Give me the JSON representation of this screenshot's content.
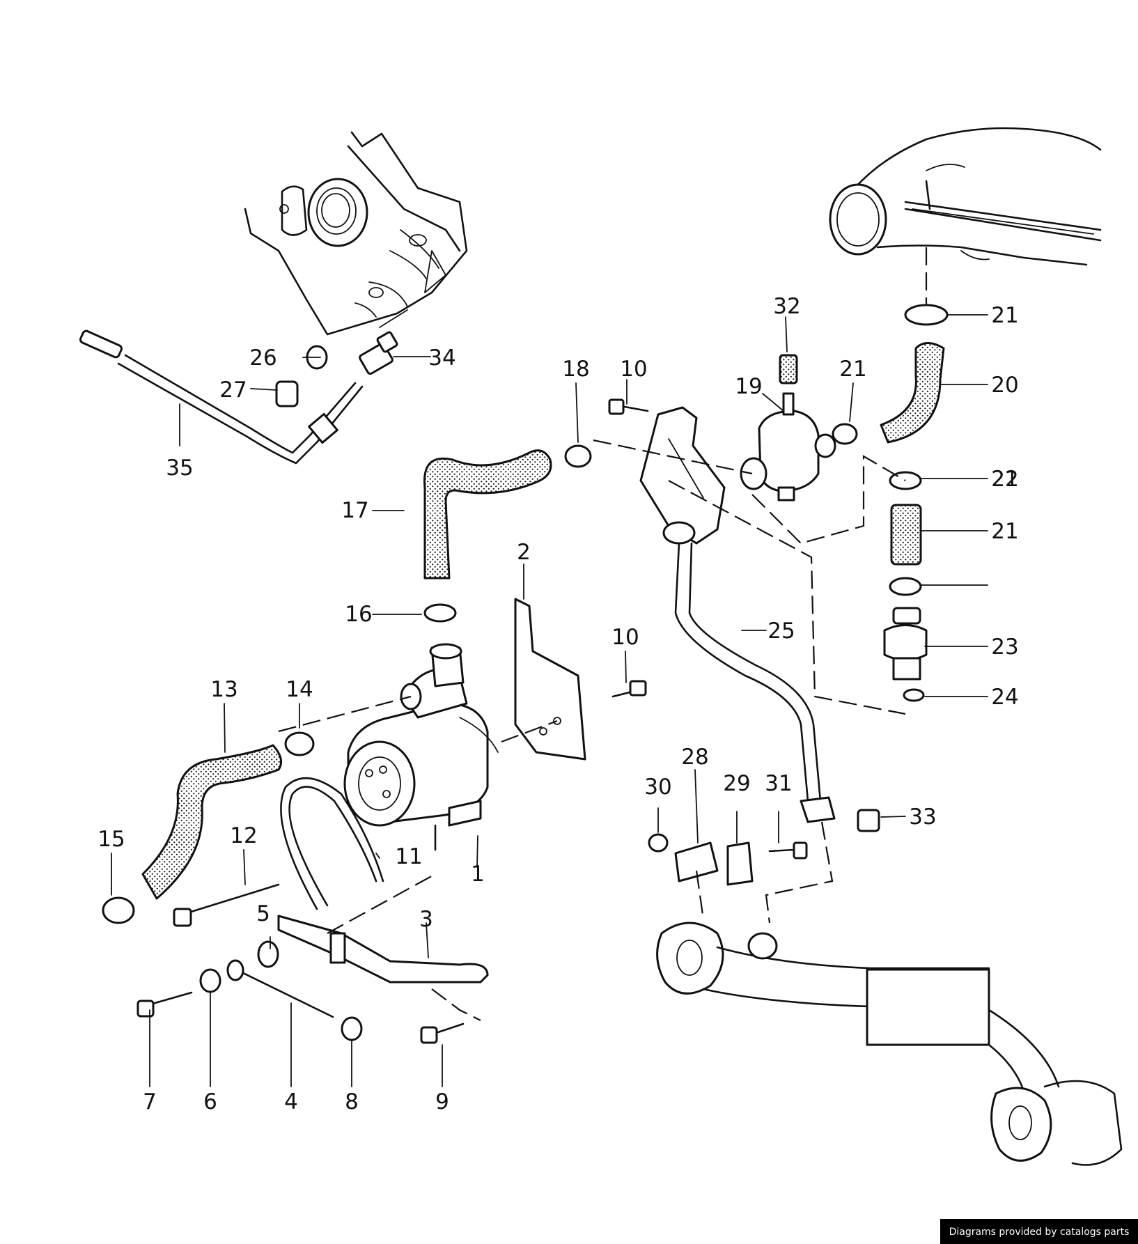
{
  "diagram": {
    "callouts": [
      {
        "id": "p1",
        "label": "1"
      },
      {
        "id": "p2",
        "label": "2"
      },
      {
        "id": "p3",
        "label": "3"
      },
      {
        "id": "p4",
        "label": "4"
      },
      {
        "id": "p5",
        "label": "5"
      },
      {
        "id": "p6",
        "label": "6"
      },
      {
        "id": "p7",
        "label": "7"
      },
      {
        "id": "p8",
        "label": "8"
      },
      {
        "id": "p9",
        "label": "9"
      },
      {
        "id": "p10a",
        "label": "10"
      },
      {
        "id": "p10b",
        "label": "10"
      },
      {
        "id": "p11",
        "label": "11"
      },
      {
        "id": "p12",
        "label": "12"
      },
      {
        "id": "p13",
        "label": "13"
      },
      {
        "id": "p14",
        "label": "14"
      },
      {
        "id": "p15",
        "label": "15"
      },
      {
        "id": "p16",
        "label": "16"
      },
      {
        "id": "p17",
        "label": "17"
      },
      {
        "id": "p18",
        "label": "18"
      },
      {
        "id": "p19",
        "label": "19"
      },
      {
        "id": "p20",
        "label": "20"
      },
      {
        "id": "p21a",
        "label": "21"
      },
      {
        "id": "p21b",
        "label": "21"
      },
      {
        "id": "p21c",
        "label": "21"
      },
      {
        "id": "p21d",
        "label": "21"
      },
      {
        "id": "p22",
        "label": "22"
      },
      {
        "id": "p23",
        "label": "23"
      },
      {
        "id": "p24",
        "label": "24"
      },
      {
        "id": "p25",
        "label": "25"
      },
      {
        "id": "p26",
        "label": "26"
      },
      {
        "id": "p27",
        "label": "27"
      },
      {
        "id": "p28",
        "label": "28"
      },
      {
        "id": "p29",
        "label": "29"
      },
      {
        "id": "p30",
        "label": "30"
      },
      {
        "id": "p31",
        "label": "31"
      },
      {
        "id": "p32",
        "label": "32"
      },
      {
        "id": "p33",
        "label": "33"
      },
      {
        "id": "p34",
        "label": "34"
      },
      {
        "id": "p35",
        "label": "35"
      }
    ]
  },
  "footer": {
    "credit": "Diagrams provided by catalogs parts"
  }
}
